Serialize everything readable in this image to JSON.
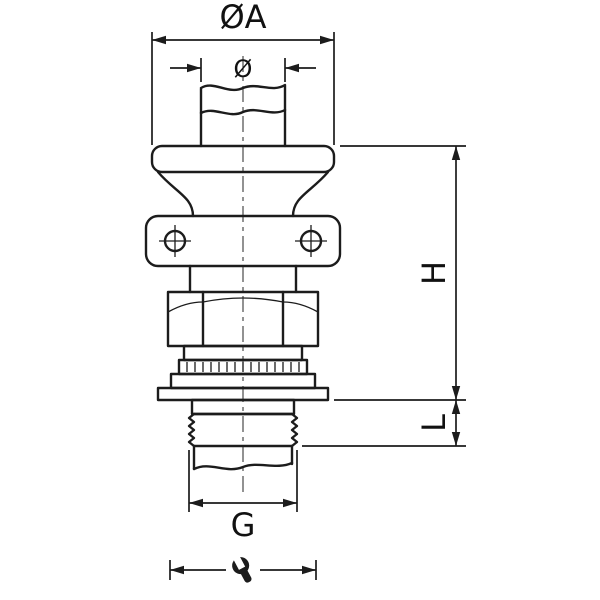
{
  "drawing": {
    "labels": {
      "outer_diameter": "ØA",
      "cable_diameter": "Ø",
      "height": "H",
      "thread_length": "L",
      "thread_size": "G"
    },
    "icons": {
      "wrench": "open-end-wrench"
    },
    "colors": {
      "line": "#1c1c1c",
      "text": "#111111",
      "background": "#ffffff"
    }
  }
}
